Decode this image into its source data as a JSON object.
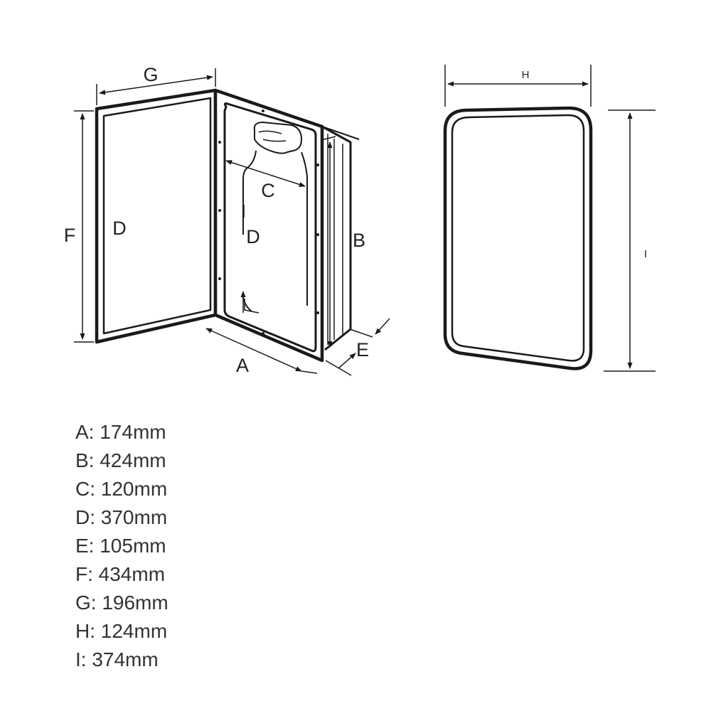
{
  "diagram": {
    "labels": {
      "a": "A",
      "b": "B",
      "c": "C",
      "d_door": "D",
      "d_inner": "D",
      "e": "E",
      "f": "F",
      "g": "G",
      "h": "H",
      "i": "I"
    },
    "line_color": "#1a1a1a"
  },
  "specs": [
    {
      "text": "A: 174mm"
    },
    {
      "text": "B: 424mm"
    },
    {
      "text": "C: 120mm"
    },
    {
      "text": "D: 370mm"
    },
    {
      "text": "E: 105mm"
    },
    {
      "text": "F: 434mm"
    },
    {
      "text": "G: 196mm"
    },
    {
      "text": "H: 124mm"
    },
    {
      "text": "I: 374mm"
    }
  ]
}
